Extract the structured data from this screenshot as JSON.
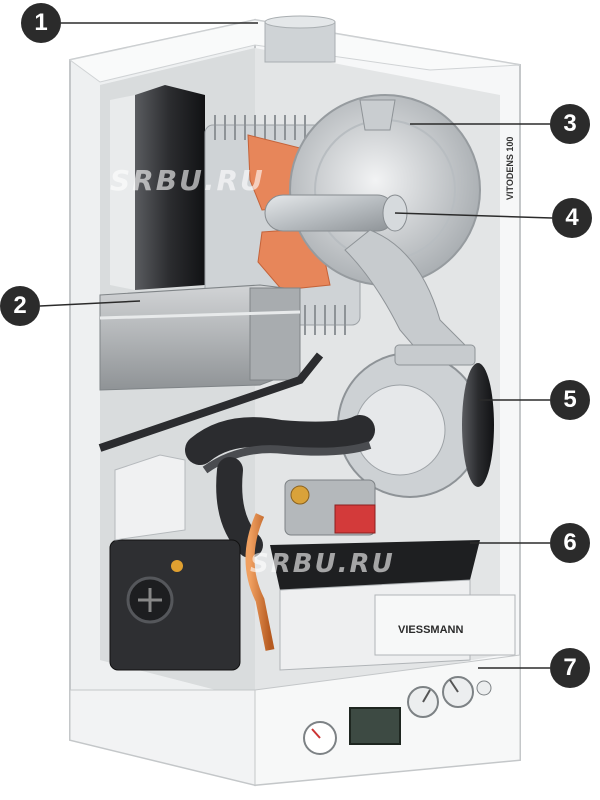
{
  "callouts": [
    "1",
    "2",
    "3",
    "4",
    "5",
    "6",
    "7"
  ],
  "brand": "VIESSMANN",
  "model": "VITODENS 100",
  "watermark": "SRBU.RU",
  "colors": {
    "casing": "#f4f5f5",
    "inner": "#e4e6e7",
    "shadow": "#c8cbcd",
    "metal": "#b9bdc0",
    "dark": "#2a2b2d",
    "insulation": "#e7865a",
    "copper": "#d97b3a",
    "callout_bg": "#2b2b2b"
  },
  "icons": {
    "pressure_gauge": "gauge-icon",
    "knobs": "control-knob-icon",
    "display": "lcd-display-icon"
  }
}
